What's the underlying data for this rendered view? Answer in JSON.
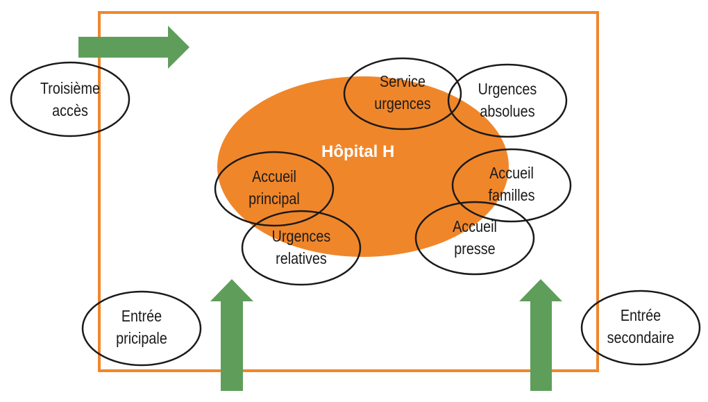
{
  "colors": {
    "frame": "#f0862a",
    "hospital": "#f0862a",
    "arrow": "#5e9e5a",
    "outline": "#1a1a1a",
    "hospital_text": "#ffffff"
  },
  "hospital_label": "Hôpital H",
  "nodes": {
    "troisieme": [
      "Troisième",
      "accès"
    ],
    "entree_principale": [
      "Entrée",
      "pricipale"
    ],
    "entree_secondaire": [
      "Entrée",
      "secondaire"
    ],
    "service_urgences": [
      "Service",
      "urgences"
    ],
    "urgences_absolues": [
      "Urgences",
      "absolues"
    ],
    "accueil_principal": [
      "Accueil",
      "principal"
    ],
    "urgences_relatives": [
      "Urgences",
      "relatives"
    ],
    "accueil_familles": [
      "Accueil",
      "familles"
    ],
    "accueil_presse": [
      "Accueil",
      "presse"
    ]
  },
  "arrows": {
    "top_left": "right",
    "bottom_left": "up",
    "bottom_right": "up"
  }
}
